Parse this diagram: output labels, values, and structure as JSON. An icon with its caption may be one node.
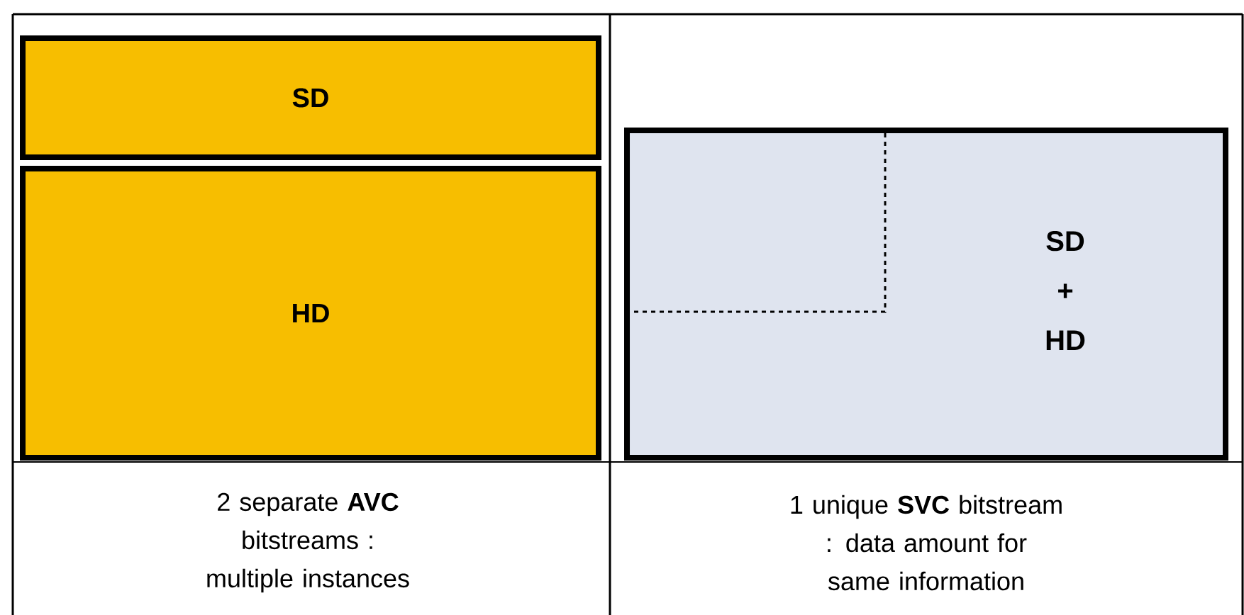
{
  "diagram": {
    "nodes": [
      {
        "text": [
          "SD"
        ]
      },
      {
        "text": [
          "HD"
        ]
      },
      {
        "text": [
          "SD + HD"
        ]
      },
      {
        "text": [],
        "shape": "box",
        "in": 2
      }
    ],
    "labels": [
      "2 separate **AVC** bitstreams : multiple instances",
      "1 unique **SVC** bitstream : data amount for same information"
    ]
  }
}
